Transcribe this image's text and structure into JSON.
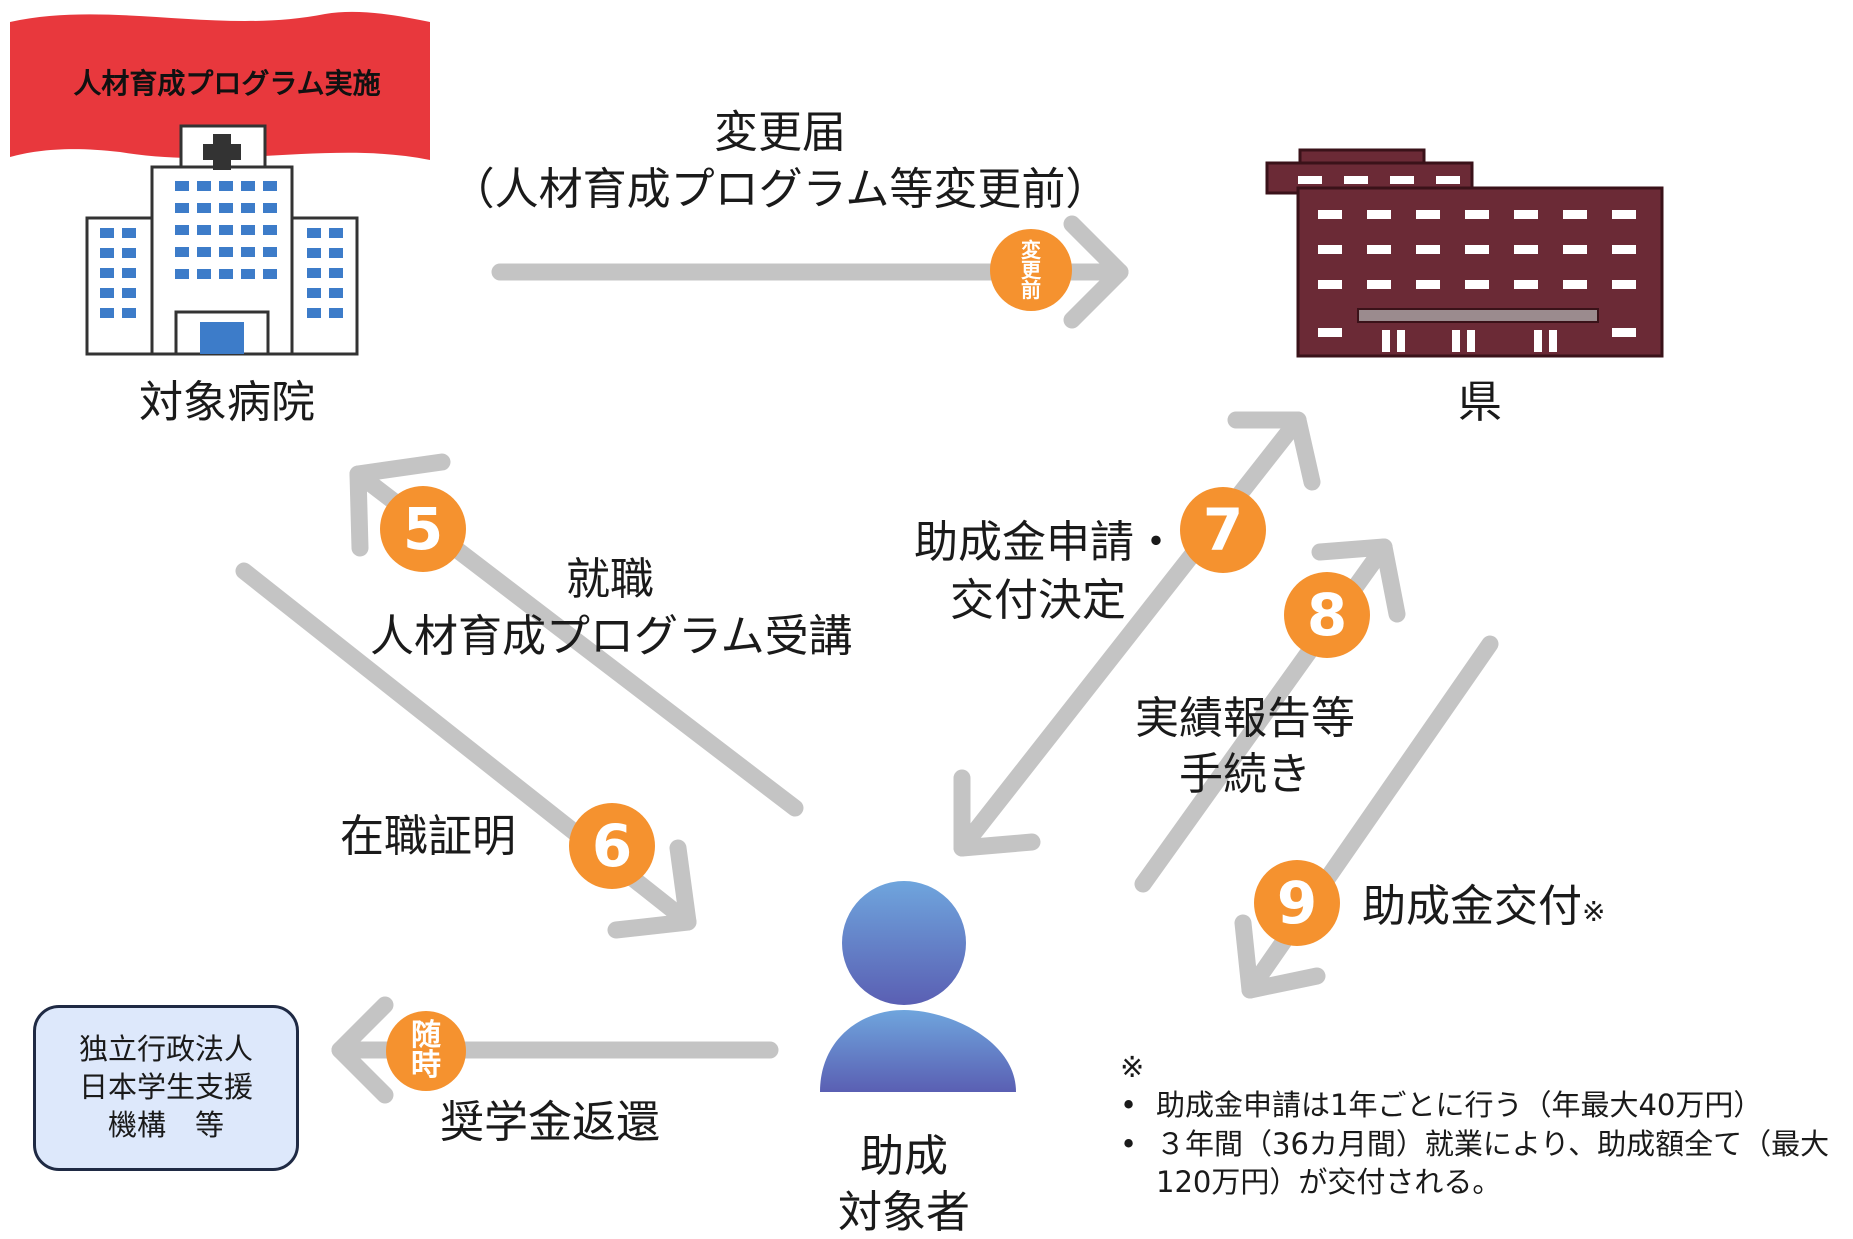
{
  "hospital": {
    "banner": "人材育成プログラム実施",
    "label": "対象病院"
  },
  "prefecture": {
    "label": "県"
  },
  "person": {
    "label_line1": "助成",
    "label_line2": "対象者"
  },
  "organization": {
    "line1": "独立行政法人",
    "line2": "日本学生支援",
    "line3": "機構　等"
  },
  "flows": {
    "change": {
      "title": "変更届",
      "subtitle": "（人材育成プログラム等変更前）",
      "badge": [
        "変",
        "更",
        "前"
      ]
    },
    "step5": {
      "number": "5",
      "line1": "就職",
      "line2": "人材育成プログラム受講"
    },
    "step6": {
      "number": "6",
      "label": "在職証明"
    },
    "step7": {
      "number": "7",
      "line1": "助成金申請・",
      "line2": "交付決定"
    },
    "step8": {
      "number": "8",
      "line1": "実績報告等",
      "line2": "手続き"
    },
    "step9": {
      "number": "9",
      "label": "助成金交付",
      "mark": "※"
    },
    "repay": {
      "badge": [
        "随",
        "時"
      ],
      "label": "奨学金返還"
    }
  },
  "notes": {
    "mark": "※",
    "bullet": "•",
    "items": [
      "助成金申請は1年ごとに行う（年最大40万円）",
      "３年間（36カ月間）就業により、助成額全て（最大",
      "120万円）が交付される。"
    ]
  },
  "colors": {
    "arrow": "#c4c4c4",
    "accent_orange": "#f5922f",
    "banner_red": "#e8383d",
    "prefecture_building": "#6b2a36",
    "hospital_window": "#3d7cc9",
    "person_top": "#6fa5dd",
    "person_bottom": "#5a5fb3",
    "org_box_fill": "#dde8fb"
  }
}
